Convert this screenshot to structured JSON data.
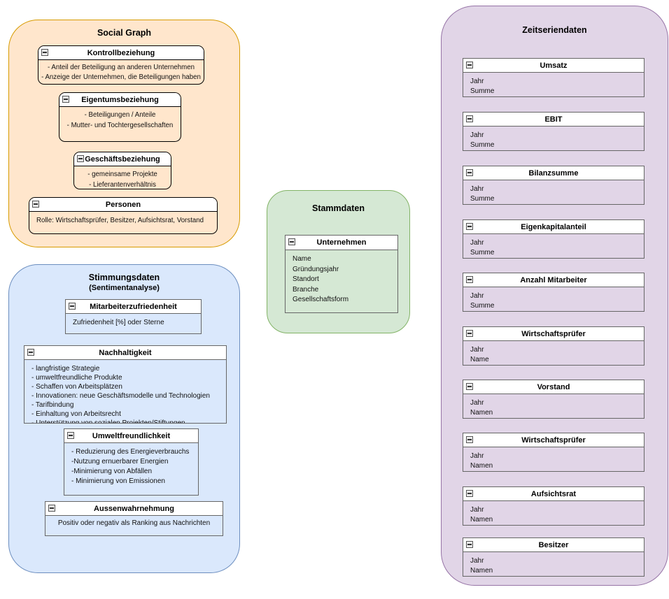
{
  "colors": {
    "social_graph_fill": "#FFE6CC",
    "social_graph_stroke": "#D79B00",
    "stimmungsdaten_fill": "#DAE8FC",
    "stimmungsdaten_stroke": "#6C8EBF",
    "stammdaten_fill": "#D5E8D4",
    "stammdaten_stroke": "#82B366",
    "zeitseriendaten_fill": "#E1D5E7",
    "zeitseriendaten_stroke": "#9673A6",
    "entity_header_fill": "#FFFFFF"
  },
  "icons": {
    "collapse": "collapse-minus-icon"
  },
  "groups": {
    "social_graph": {
      "title": "Social Graph",
      "entities": {
        "kontrollbeziehung": {
          "title": "Kontrollbeziehung",
          "lines": [
            "- Anteil der Beteiligung an anderen Unternehmen",
            "- Anzeige der Unternehmen, die Beteiligungen haben"
          ]
        },
        "eigentumsbeziehung": {
          "title": "Eigentumsbeziehung",
          "lines": [
            "- Beteiligungen / Anteile",
            "- Mutter- und Tochtergesellschaften"
          ]
        },
        "geschaeftsbeziehung": {
          "title": "Geschäftsbeziehung",
          "lines": [
            "- gemeinsame Projekte",
            "- Lieferantenverhältnis"
          ]
        },
        "personen": {
          "title": "Personen",
          "lines": [
            "Rolle: Wirtschaftsprüfer, Besitzer, Aufsichtsrat, Vorstand"
          ]
        }
      }
    },
    "stimmungsdaten": {
      "title": "Stimmungsdaten",
      "subtitle": "(Sentimentanalyse)",
      "entities": {
        "mitarbeiterzufriedenheit": {
          "title": "Mitarbeiterzufriedenheit",
          "lines": [
            "Zufriedenheit [%] oder Sterne"
          ]
        },
        "nachhaltigkeit": {
          "title": "Nachhaltigkeit",
          "lines": [
            "- langfristige Strategie",
            "- umweltfreundliche Produkte",
            "- Schaffen von Arbeitsplätzen",
            "- Innovationen: neue Geschäftsmodelle und Technologien",
            "- Tarifbindung",
            "- Einhaltung von Arbeitsrecht",
            "- Unterstützung von sozialen Projekten/Stiftungen"
          ]
        },
        "umweltfreundlichkeit": {
          "title": "Umweltfreundlichkeit",
          "lines": [
            "- Reduzierung des Energieverbrauchs",
            "-Nutzung ernuerbarer Energien",
            "-Minimierung von Abfällen",
            "- Minimierung von Emissionen"
          ]
        },
        "aussenwahrnehmung": {
          "title": "Aussenwahrnehmung",
          "lines": [
            "Positiv oder negativ als Ranking aus Nachrichten"
          ]
        }
      }
    },
    "stammdaten": {
      "title": "Stammdaten",
      "entities": {
        "unternehmen": {
          "title": "Unternehmen",
          "lines": [
            "Name",
            "Gründungsjahr",
            "Standort",
            "Branche",
            "Gesellschaftsform"
          ]
        }
      }
    },
    "zeitseriendaten": {
      "title": "Zeitseriendaten",
      "entities": [
        {
          "title": "Umsatz",
          "lines": [
            "Jahr",
            "Summe"
          ]
        },
        {
          "title": "EBIT",
          "lines": [
            "Jahr",
            "Summe"
          ]
        },
        {
          "title": "Bilanzsumme",
          "lines": [
            "Jahr",
            "Summe"
          ]
        },
        {
          "title": "Eigenkapitalanteil",
          "lines": [
            "Jahr",
            "Summe"
          ]
        },
        {
          "title": "Anzahl Mitarbeiter",
          "lines": [
            "Jahr",
            "Summe"
          ]
        },
        {
          "title": "Wirtschaftsprüfer",
          "lines": [
            "Jahr",
            "Name"
          ]
        },
        {
          "title": "Vorstand",
          "lines": [
            "Jahr",
            "Namen"
          ]
        },
        {
          "title": "Wirtschaftsprüfer",
          "lines": [
            "Jahr",
            "Namen"
          ]
        },
        {
          "title": "Aufsichtsrat",
          "lines": [
            "Jahr",
            "Namen"
          ]
        },
        {
          "title": "Besitzer",
          "lines": [
            "Jahr",
            "Namen"
          ]
        }
      ]
    }
  }
}
